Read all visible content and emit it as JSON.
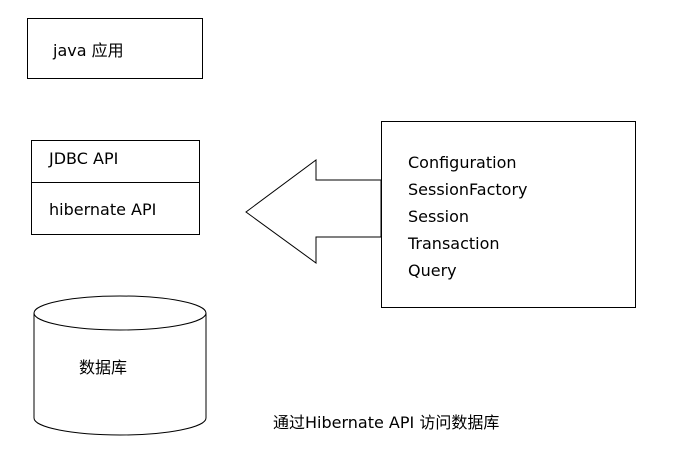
{
  "app": {
    "label": "java 应用"
  },
  "api_stack": {
    "jdbc_label": "JDBC API",
    "hibernate_label": "hibernate API"
  },
  "classes": [
    "Configuration",
    "SessionFactory",
    "Session",
    "Transaction",
    "Query"
  ],
  "database": {
    "label": "数据库"
  },
  "caption": "通过Hibernate API 访问数据库"
}
